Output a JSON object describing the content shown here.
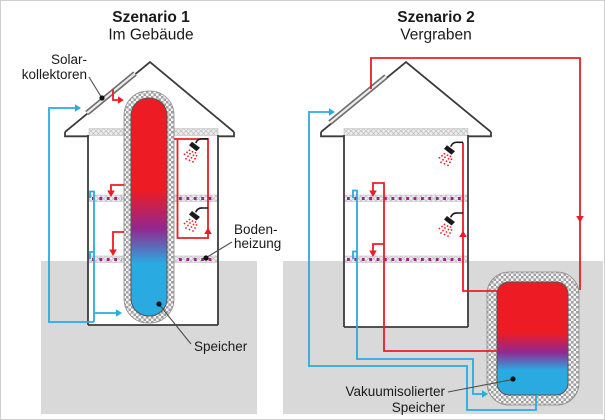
{
  "figure": {
    "scenario1": {
      "title": "Szenario 1",
      "subtitle": "Im Gebäude"
    },
    "scenario2": {
      "title": "Szenario 2",
      "subtitle": "Vergraben"
    },
    "labels": {
      "solar_collectors_line1": "Solar-",
      "solar_collectors_line2": "kollektoren",
      "floor_heating_line1": "Boden-",
      "floor_heating_line2": "heizung",
      "storage": "Speicher",
      "vacuum_storage_line1": "Vakuumisolierter",
      "vacuum_storage_line2": "Speicher"
    },
    "colors": {
      "hot_pipe": "#ed1c24",
      "cold_pipe": "#29abe2",
      "floor_heating_dots": "#92278f",
      "ground": "#d9d9d9",
      "tank_gradient": [
        "#ed1c24",
        "#93278f",
        "#29abe2"
      ]
    }
  }
}
